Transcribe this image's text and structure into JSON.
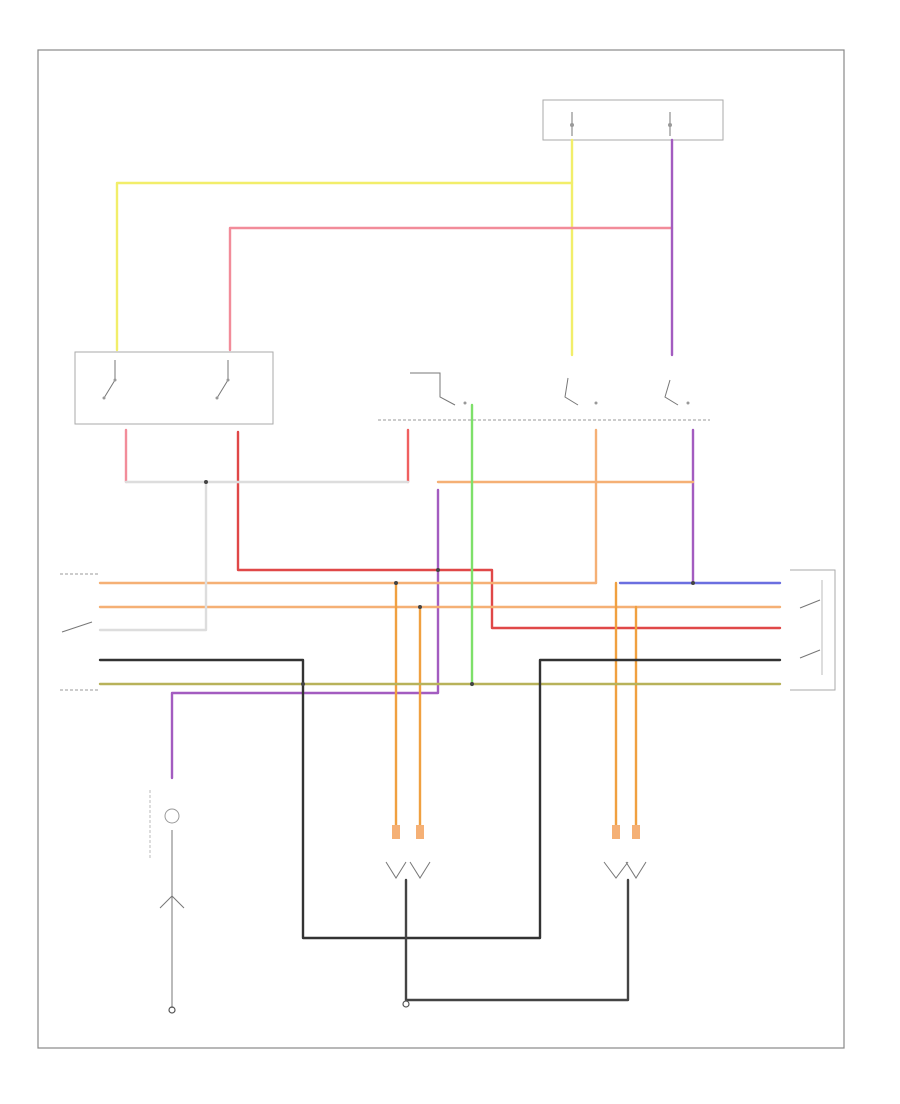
{
  "diagram": {
    "footer_code": "",
    "components": [
      {
        "id": "combination-switch",
        "label": ""
      },
      {
        "id": "headlamp-switch",
        "label": ""
      },
      {
        "id": "combination-switch-lower",
        "label": ""
      },
      {
        "id": "left-headlamp-relay",
        "label": ""
      },
      {
        "id": "right-headlamp-relay",
        "label": ""
      },
      {
        "id": "left-headlight",
        "label": ""
      },
      {
        "id": "right-headlight",
        "label": ""
      },
      {
        "id": "ground-left",
        "label": ""
      },
      {
        "id": "ground-center",
        "label": ""
      }
    ],
    "wire_colors": {
      "yellow": "#f2ee6a",
      "pink": "#f28c9a",
      "red": "#e04848",
      "purple": "#a35cc0",
      "orange": "#f5b075",
      "dark_orange": "#f0a040",
      "green": "#7ee06a",
      "olive": "#b8b25a",
      "blue": "#6b6fe0",
      "black": "#333333",
      "white": "#dddddd"
    }
  }
}
